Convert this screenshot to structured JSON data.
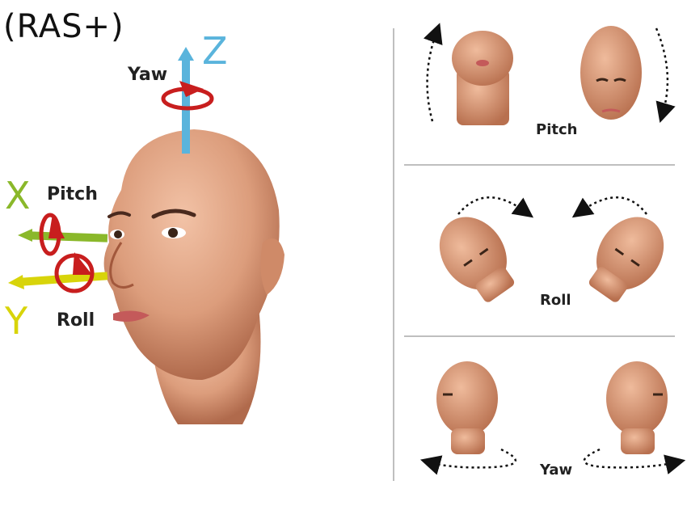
{
  "title": "(RAS+)",
  "axes": {
    "z": {
      "label": "Z",
      "color": "#5ab4dc"
    },
    "x": {
      "label": "X",
      "color": "#8ab82a"
    },
    "y": {
      "label": "Y",
      "color": "#d8d40a"
    }
  },
  "motions": {
    "yaw": "Yaw",
    "pitch": "Pitch",
    "roll": "Roll"
  },
  "panels": {
    "pitch": "Pitch",
    "roll": "Roll",
    "yaw": "Yaw"
  },
  "colors": {
    "skin": "#d99a78",
    "skin_shadow": "#b8704f",
    "rotation_arrow": "#c81e1e",
    "divider": "#aaaaaa"
  }
}
